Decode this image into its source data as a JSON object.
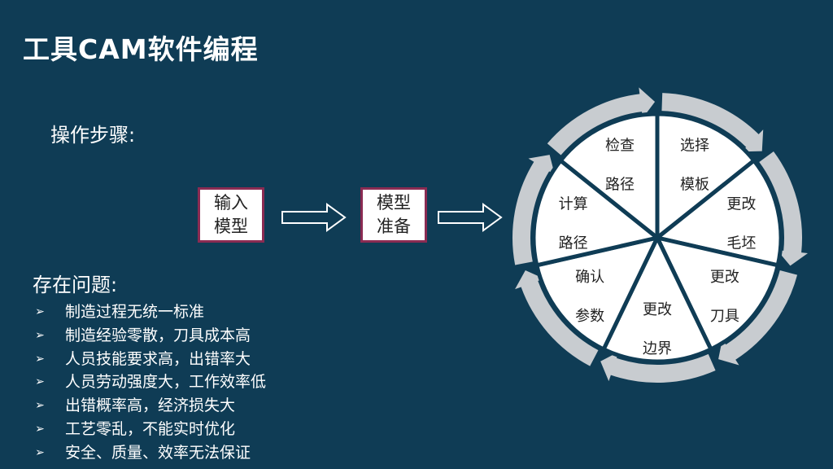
{
  "slide": {
    "title": "工具CAM软件编程",
    "steps_heading": "操作步骤:",
    "steps": [
      {
        "line1": "输入",
        "line2": "模型"
      },
      {
        "line1": "模型",
        "line2": "准备"
      }
    ],
    "issues_heading": "存在问题:",
    "issues": [
      "制造过程无统一标准",
      "制造经验零散，刀具成本高",
      "人员技能要求高，出错率大",
      "人员劳动强度大，工作效率低",
      "出错概率高，经济损失大",
      "工艺零乱，不能实时优化",
      "安全、质量、效率无法保证"
    ],
    "bullet_icon": "arrow-bullet-icon"
  },
  "cycle": {
    "segments": [
      {
        "line1": "选择",
        "line2": "模板"
      },
      {
        "line1": "更改",
        "line2": "毛坯"
      },
      {
        "line1": "更改",
        "line2": "刀具"
      },
      {
        "line1": "更改",
        "line2": "边界"
      },
      {
        "line1": "确认",
        "line2": "参数"
      },
      {
        "line1": "计算",
        "line2": "路径"
      },
      {
        "line1": "检查",
        "line2": "路径"
      }
    ]
  },
  "colors": {
    "background": "#0f3c55",
    "box_border": "#8a2b52",
    "ring": "#c8ccd0",
    "divider": "#0f3c55"
  }
}
